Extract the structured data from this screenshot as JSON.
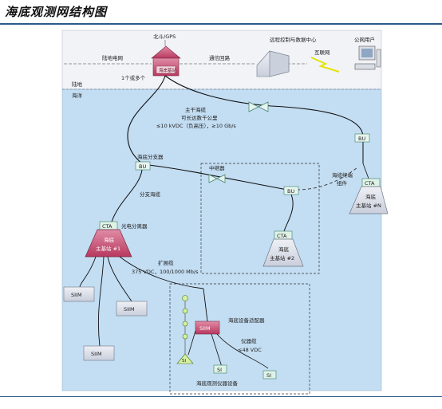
{
  "title": "海底观测网结构图",
  "labels": {
    "beidou_gps": "北斗/GPS",
    "land_network": "陆地电网",
    "shore_station": "海岸基站",
    "comm_link": "通信回路",
    "remote_center": "远程控制与数据中心",
    "internet": "互联网",
    "public_user": "公网用户",
    "one_or_more": "1个或多个",
    "land": "陆地",
    "ocean": "海洋",
    "trunk_cable": "主干海缆",
    "trunk_length": "可长达数千公里",
    "trunk_spec": "≤10 kVDC（负高压），≥10 Gb/s",
    "branch_unit_label": "海底分支器",
    "bu": "BU",
    "repeater": "中继器",
    "branch_cable": "分支海缆",
    "cable_terminal_1": "海缆终端",
    "cable_terminal_2": "组件",
    "cta": "CTA",
    "photo_splitter": "光电分离器",
    "node_1_line1": "海底",
    "node_1_line2": "主基站 #1",
    "node_2_line1": "海底",
    "node_2_line2": "主基站 #2",
    "node_n_line1": "海底",
    "node_n_line2": "主基站 #N",
    "ext_cable": "扩展缆",
    "ext_spec": "375 VDC，100/1000 Mb/s",
    "siim": "SIIM",
    "adapter": "海底设备适配器",
    "instrument_cable": "仪器缆",
    "instrument_spec": "≤48 VDC",
    "si": "SI",
    "instruments": "海底观测仪器设备"
  },
  "colors": {
    "sea": "#c3ddf2",
    "land": "#f1f3f6",
    "node": "#c84b73",
    "box_fill": "#dde2ec",
    "cta_fill": "#dff2e6",
    "rule": "#2b5a8a"
  }
}
